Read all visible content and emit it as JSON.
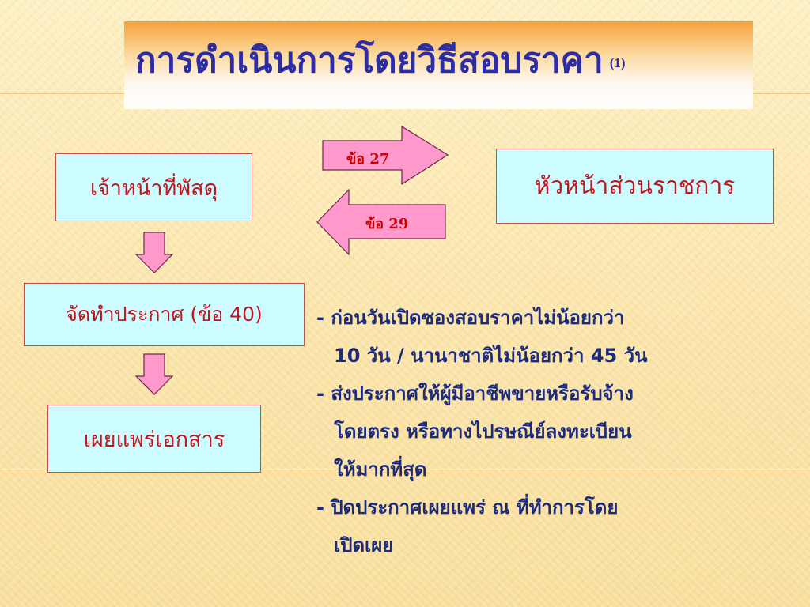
{
  "slide": {
    "title": "การดำเนินการโดยวิธีสอบราคา",
    "title_suffix": "(1)"
  },
  "boxes": {
    "officer": "เจ้าหน้าที่พัสดุ",
    "head": "หัวหน้าส่วนราชการ",
    "announce": "จัดทำประกาศ (ข้อ 40)",
    "publish": "เผยแพร่เอกสาร"
  },
  "arrows": {
    "forward_label": "ข้อ 27",
    "back_label": "ข้อ 29"
  },
  "notes": [
    "- ก่อนวันเปิดซองสอบราคาไม่น้อยกว่า",
    "10 วัน / นานาชาติไม่น้อยกว่า 45 วัน",
    "- ส่งประกาศให้ผู้มีอาชีพขายหรือรับจ้าง",
    "โดยตรง หรือทางไปรษณีย์ลงทะเบียน",
    "ให้มากที่สุด",
    "- ปิดประกาศเผยแพร่ ณ ที่ทำการโดย",
    "เปิดเผย"
  ],
  "colors": {
    "title_text": "#2b2ca6",
    "box_fill": "#ccfcff",
    "box_border": "#c0504d",
    "box_text": "#c0171f",
    "arrow_fill": "#ff99cc",
    "note_text": "#1c2b7a"
  }
}
